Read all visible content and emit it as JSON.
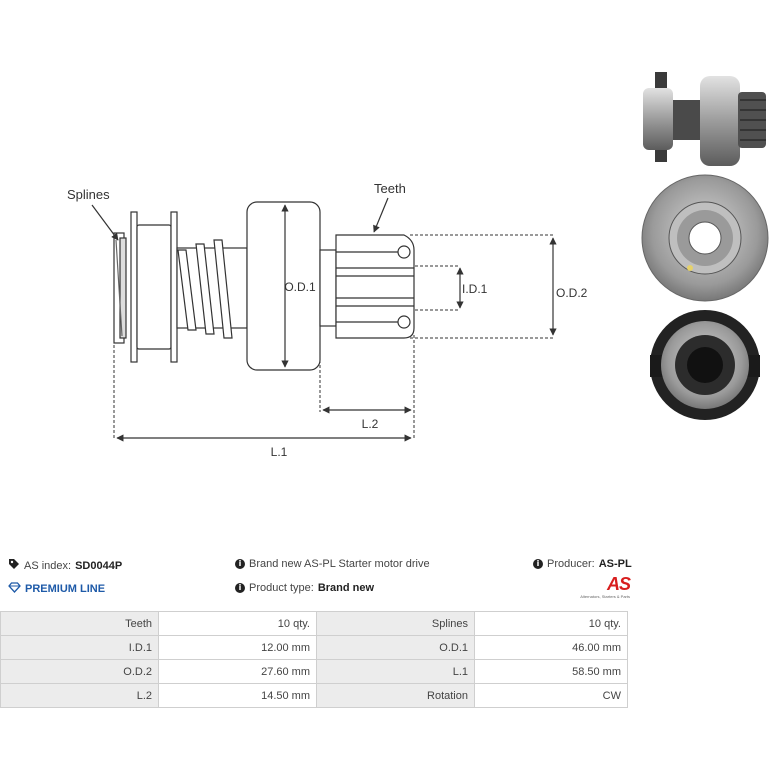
{
  "diagram": {
    "labels": {
      "splines": "Splines",
      "teeth": "Teeth",
      "od1": "O.D.1",
      "id1": "I.D.1",
      "od2": "O.D.2",
      "l2": "L.2",
      "l1": "L.1"
    }
  },
  "info": {
    "as_index_label": "AS index:",
    "as_index_value": "SD0044P",
    "premium_line": "PREMIUM LINE",
    "description": "Brand new AS-PL Starter motor drive",
    "product_type_label": "Product type:",
    "product_type_value": "Brand new",
    "producer_label": "Producer:",
    "producer_value": "AS-PL"
  },
  "logo": {
    "text": "AS",
    "subtitle": "Alternators, Starters & Parts"
  },
  "specs": [
    {
      "label1": "Teeth",
      "value1": "10 qty.",
      "label2": "Splines",
      "value2": "10 qty."
    },
    {
      "label1": "I.D.1",
      "value1": "12.00 mm",
      "label2": "O.D.1",
      "value2": "46.00 mm"
    },
    {
      "label1": "O.D.2",
      "value1": "27.60 mm",
      "label2": "L.1",
      "value2": "58.50 mm"
    },
    {
      "label1": "L.2",
      "value1": "14.50 mm",
      "label2": "Rotation",
      "value2": "CW"
    }
  ],
  "colors": {
    "premium": "#1e5aa8",
    "logo": "#d81e1e",
    "table_label_bg": "#ececec"
  }
}
